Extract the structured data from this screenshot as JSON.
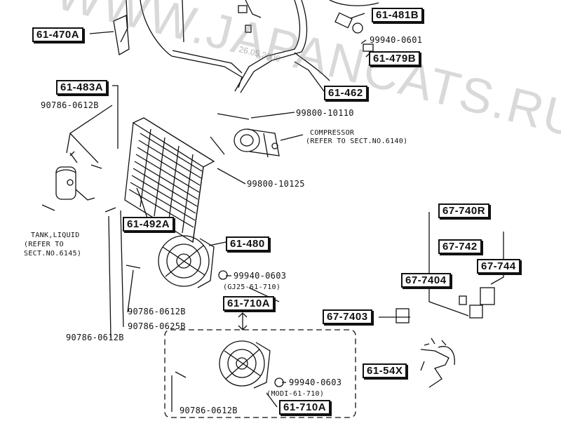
{
  "part_boxes": [
    {
      "id": "b1",
      "text": "61-470A"
    },
    {
      "id": "b2",
      "text": "61-481B"
    },
    {
      "id": "b3",
      "text": "61-479B"
    },
    {
      "id": "b4",
      "text": "61-483A"
    },
    {
      "id": "b5",
      "text": "61-462"
    },
    {
      "id": "b6",
      "text": "61-492A"
    },
    {
      "id": "b7",
      "text": "61-480"
    },
    {
      "id": "b8",
      "text": "61-710A"
    },
    {
      "id": "b9",
      "text": "67-740R"
    },
    {
      "id": "b10",
      "text": "67-742"
    },
    {
      "id": "b11",
      "text": "67-7404"
    },
    {
      "id": "b12",
      "text": "67-744"
    },
    {
      "id": "b13",
      "text": "67-7403"
    },
    {
      "id": "b14",
      "text": "61-54X"
    },
    {
      "id": "b15",
      "text": "61-710A"
    }
  ],
  "part_labels": [
    {
      "id": "l1",
      "text": "99940-0601"
    },
    {
      "id": "l2",
      "text": "90786-0612B"
    },
    {
      "id": "l3",
      "text": "99800-10110"
    },
    {
      "id": "l4",
      "text": "COMPRESSOR"
    },
    {
      "id": "l5",
      "text": "(REFER TO SECT.NO.6140)"
    },
    {
      "id": "l6",
      "text": "99800-10125"
    },
    {
      "id": "l7",
      "text": "TANK,LIQUID"
    },
    {
      "id": "l8",
      "text": "(REFER TO"
    },
    {
      "id": "l9",
      "text": "SECT.NO.6145)"
    },
    {
      "id": "l10",
      "text": "99940-0603"
    },
    {
      "id": "l11",
      "text": "(GJ25-61-710)"
    },
    {
      "id": "l12",
      "text": "90786-0612B"
    },
    {
      "id": "l13",
      "text": "90786-0625B"
    },
    {
      "id": "l14",
      "text": "90786-0612B"
    },
    {
      "id": "l15",
      "text": "99940-0603"
    },
    {
      "id": "l16",
      "text": "(MODI-61-710)"
    },
    {
      "id": "l17",
      "text": "90786-0612B"
    }
  ],
  "watermark": "WWW.JAPANCATS.RU",
  "watermark_date": "26.05.2006"
}
